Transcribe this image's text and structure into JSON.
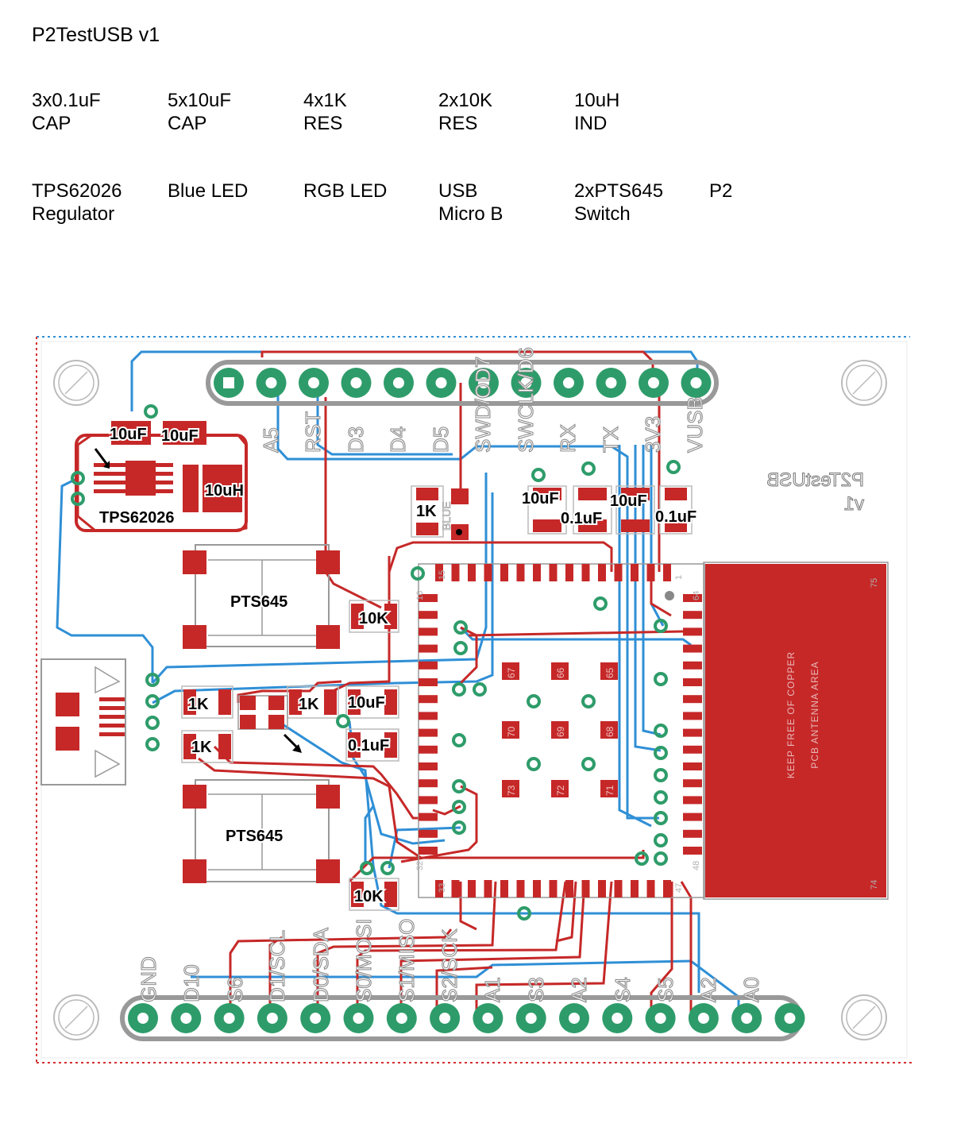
{
  "title": "P2TestUSB v1",
  "bom_rows": [
    [
      {
        "line1": "3x0.1uF",
        "line2": "CAP"
      },
      {
        "line1": "5x10uF",
        "line2": "CAP"
      },
      {
        "line1": "4x1K",
        "line2": "RES"
      },
      {
        "line1": "2x10K",
        "line2": "RES"
      },
      {
        "line1": "10uH",
        "line2": "IND"
      }
    ],
    [
      {
        "line1": "TPS62026",
        "line2": "Regulator"
      },
      {
        "line1": "Blue LED",
        "line2": ""
      },
      {
        "line1": "RGB LED",
        "line2": ""
      },
      {
        "line1": "USB",
        "line2": "Micro B"
      },
      {
        "line1": "2xPTS645",
        "line2": "Switch"
      },
      {
        "line1": "P2",
        "line2": ""
      }
    ]
  ],
  "board": {
    "top_header_labels": [
      "A5",
      "RST",
      "D3",
      "D4",
      "D5",
      "SWD/OD7",
      "SWCLK/D6",
      "RX",
      "TX",
      "3V3",
      "VUSB"
    ],
    "bottom_header_labels": [
      "GND",
      "D10",
      "S6",
      "D1/SCL",
      "D0/SDA",
      "S0/MOSI",
      "S1/MISO",
      "S2/SCK",
      "A1",
      "S3",
      "A2",
      "S4",
      "S5",
      "A2",
      "A0"
    ],
    "mirror_text_line1": "P2TestUSB",
    "mirror_text_line2": "v1",
    "antenna_text_line1": "KEEP FREE OF COPPER",
    "antenna_text_line2": "PCB ANTENNA AREA",
    "module_pin_numbers": [
      "15",
      "1",
      "16",
      "64",
      "32",
      "48",
      "33",
      "47",
      "75",
      "74"
    ],
    "module_pad_numbers": [
      "67",
      "66",
      "65",
      "70",
      "69",
      "68",
      "73",
      "72",
      "71"
    ],
    "part_labels": {
      "cap_10uf_a": "10uF",
      "cap_10uf_b": "10uF",
      "inductor": "10uH",
      "regulator": "TPS62026",
      "switch_top": "PTS645",
      "switch_bottom": "PTS645",
      "res_10k_a": "10K",
      "res_10k_b": "10K",
      "res_1k_led": "1K",
      "res_1k_a": "1K",
      "res_1k_b": "1K",
      "res_1k_c": "1K",
      "cap_10uf_c": "10uF",
      "cap_01uf_a": "0.1uF",
      "cap_10uf_d": "10uF",
      "cap_01uf_b": "0.1uF",
      "cap_10uf_e": "10uF",
      "cap_01uf_c": "0.1uF",
      "blue_label": "BLUE"
    },
    "colors": {
      "top_copper": "#c62828",
      "bottom_copper": "#2f8fd6",
      "via": "#2e9c6a",
      "outline": "#a0a0a0",
      "edge": "#d32f2f"
    }
  }
}
